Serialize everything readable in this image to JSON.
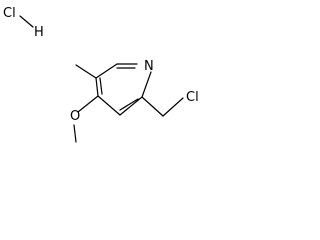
{
  "structure": {
    "atoms": {
      "hcl_cl": "Cl",
      "hcl_h": "H",
      "ring_n": "N",
      "methoxy_o": "O",
      "chloromethyl_cl": "Cl"
    }
  }
}
